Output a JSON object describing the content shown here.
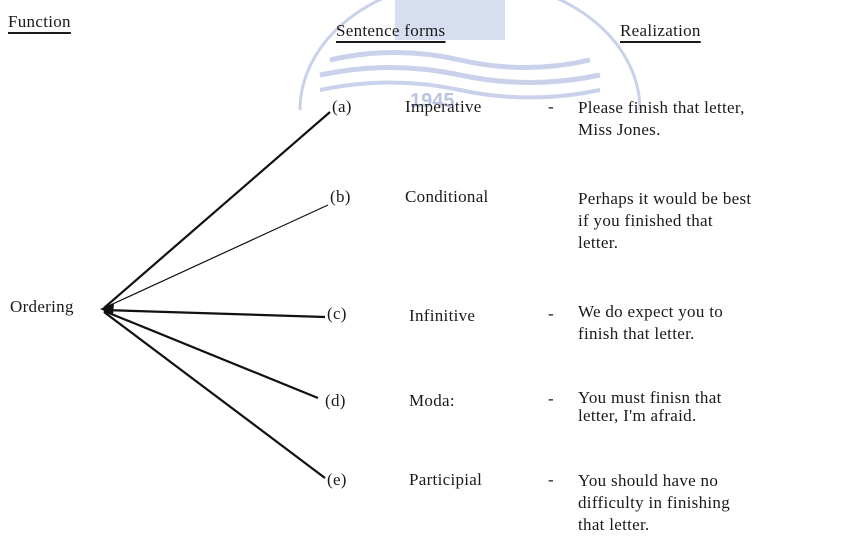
{
  "headers": {
    "function": "Function",
    "sentence_forms": "Sentence forms",
    "realization": "Realization"
  },
  "root": "Ordering",
  "watermark_year": "1945",
  "rows": [
    {
      "label": "(a)",
      "form": "Imperative",
      "dash": "-",
      "realization": [
        "Please finish that letter,",
        "Miss Jones."
      ]
    },
    {
      "label": "(b)",
      "form": "Conditional",
      "dash": "",
      "realization": [
        "Perhaps it would be best",
        "if you finished that",
        "letter."
      ]
    },
    {
      "label": "(c)",
      "form": "Infinitive",
      "dash": "-",
      "realization": [
        "We do expect you to",
        "finish that letter."
      ]
    },
    {
      "label": "(d)",
      "form": "Moda:",
      "dash": "-",
      "realization": [
        "You must finisn that",
        "letter, I'm afraid."
      ]
    },
    {
      "label": "(e)",
      "form": "Participial",
      "dash": "-",
      "realization": [
        "You should have no",
        "difficulty in finishing",
        "that letter."
      ]
    }
  ]
}
